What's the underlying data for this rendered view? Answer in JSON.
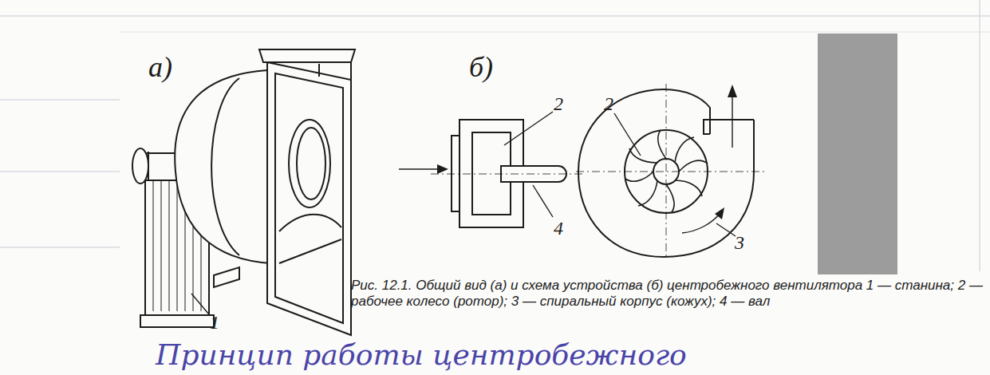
{
  "diagram": {
    "caption": "Рис. 12.1. Общий вид (а) и схема устройства (б) центробежного вентилятора 1 — станина; 2 — рабочее колесо (ротор); 3 — спиральный корпус (кожух); 4 — вал",
    "labels": [
      "а)",
      "б)",
      "2",
      "2",
      "4",
      "3",
      "1",
      "Принцип работы центробежного"
    ]
  }
}
